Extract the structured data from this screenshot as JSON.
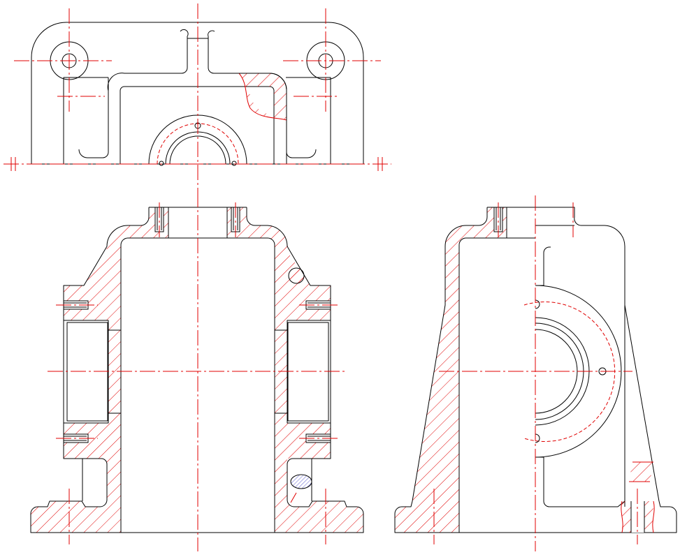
{
  "drawing": {
    "views": [
      "top-view",
      "front-section-view",
      "side-half-section-view"
    ],
    "colors": {
      "background": "#ffffff",
      "object_line": "#000000",
      "center_line": "#e00000",
      "hatch": "#e00000",
      "local_hatch": "#3030c0"
    }
  }
}
